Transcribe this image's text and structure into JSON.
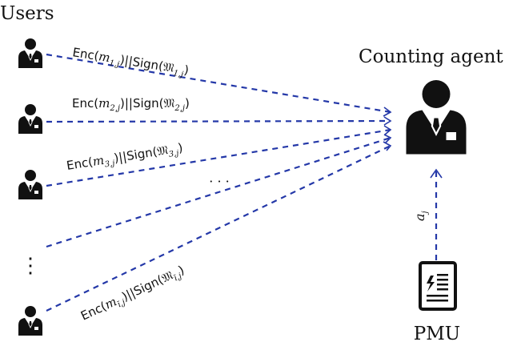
{
  "title_users": "Users",
  "agent_label": "Counting agent",
  "pmu_label": "PMU",
  "edges": [
    {
      "prefix": "Enc(",
      "m": "m",
      "msub": "1,j",
      "mid": ")||Sign(",
      "M": "𝔐",
      "Msub": "1,j",
      "suffix": ")"
    },
    {
      "prefix": "Enc(",
      "m": "m",
      "msub": "2,j",
      "mid": ")||Sign(",
      "M": "𝔐",
      "Msub": "2,j",
      "suffix": ")"
    },
    {
      "prefix": "Enc(",
      "m": "m",
      "msub": "3,j",
      "mid": ")||Sign(",
      "M": "𝔐",
      "Msub": "3,j",
      "suffix": ")"
    },
    {
      "prefix": "Enc(",
      "m": "m",
      "msub": "ī,j",
      "mid": ")||Sign(",
      "M": "𝔐",
      "Msub": "ī,j",
      "suffix": ")"
    }
  ],
  "pmu_edge_label": "a",
  "pmu_edge_sub": "j",
  "ellipsis_h": "· · ·",
  "ellipsis_v": "⋮",
  "colors": {
    "arrow": "#2438a8",
    "ink": "#111111"
  }
}
